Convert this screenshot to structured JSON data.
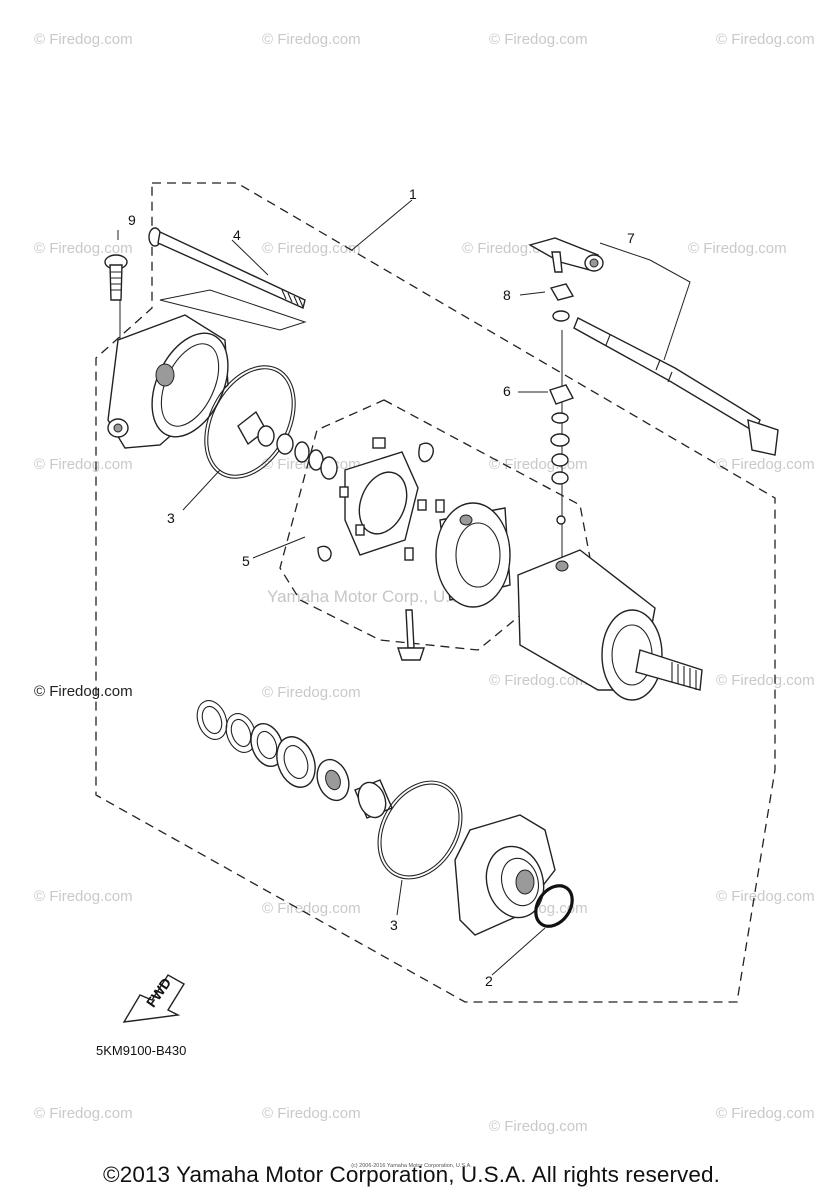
{
  "watermark": {
    "text": "© Firedog.com",
    "center_text": "Yamaha Motor Corp., U.S.A."
  },
  "callouts": [
    "1",
    "2",
    "3",
    "3",
    "4",
    "5",
    "6",
    "7",
    "8",
    "9"
  ],
  "fwd_label": "FWD",
  "part_code": "5KM9100-B430",
  "small_note": "(c) 2006-2016 Yamaha Motor Corporation, U.S.A.",
  "left_credit": "© Firedog.com",
  "copyright": "©2013 Yamaha Motor Corporation, U.S.A. All rights reserved."
}
